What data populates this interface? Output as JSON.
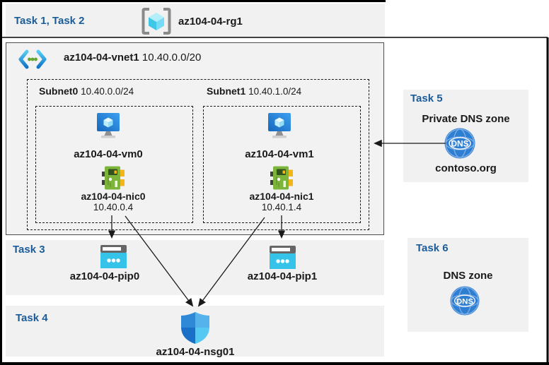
{
  "header": {
    "task_label": "Task 1, Task 2",
    "resource_group": "az104-04-rg1"
  },
  "vnet": {
    "name": "az104-04-vnet1",
    "cidr": "10.40.0.0/20",
    "subnets": [
      {
        "name": "Subnet0",
        "cidr": "10.40.0.0/24",
        "vm": "az104-04-vm0",
        "nic": "az104-04-nic0",
        "ip": "10.40.0.4"
      },
      {
        "name": "Subnet1",
        "cidr": "10.40.1.0/24",
        "vm": "az104-04-vm1",
        "nic": "az104-04-nic1",
        "ip": "10.40.1.4"
      }
    ]
  },
  "tasks": {
    "task3": {
      "label": "Task 3",
      "pips": [
        "az104-04-pip0",
        "az104-04-pip1"
      ]
    },
    "task4": {
      "label": "Task 4",
      "nsg": "az104-04-nsg01"
    },
    "task5": {
      "label": "Task 5",
      "title": "Private DNS zone",
      "zone_name": "contoso.org",
      "icon_text": "DNS"
    },
    "task6": {
      "label": "Task 6",
      "title": "DNS zone",
      "icon_text": "DNS"
    }
  },
  "colors": {
    "task_heading": "#1b5c98",
    "panel_gray": "#f1f1f1",
    "dashed_border": "#1a1a1a",
    "arrow": "#1a1a1a",
    "vm_blue": "#1f7ed5",
    "nic_green": "#7db53c",
    "pip_cyan": "#35c3ea",
    "dns_blue": "#2e7ed2",
    "shield_blue": "#2f89d7"
  }
}
